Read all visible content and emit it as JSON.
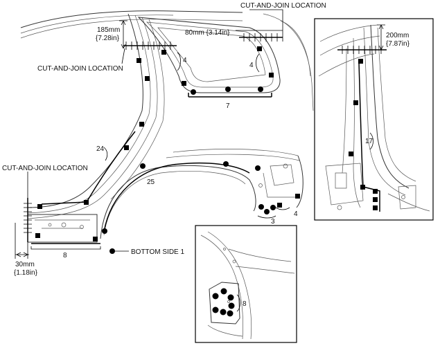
{
  "labels": {
    "cut_join_top": "CUT-AND-JOIN LOCATION",
    "cut_join_mid": "CUT-AND-JOIN LOCATION",
    "cut_join_left": "CUT-AND-JOIN LOCATION",
    "dim_185_mm": "185mm",
    "dim_185_in": "{7.28in}",
    "dim_80": "80mm {3.14in}",
    "dim_200_mm": "200mm",
    "dim_200_in": "{7.87in}",
    "dim_30_mm": "30mm",
    "dim_30_in": "{1.18in}",
    "bottom_side": "BOTTOM SIDE 1"
  },
  "callouts": {
    "n4a": "4",
    "n4b": "4",
    "n7": "7",
    "n24": "24",
    "n25": "25",
    "n3": "3",
    "n4c": "4",
    "n8a": "8",
    "n17": "17",
    "n8b": "8"
  }
}
